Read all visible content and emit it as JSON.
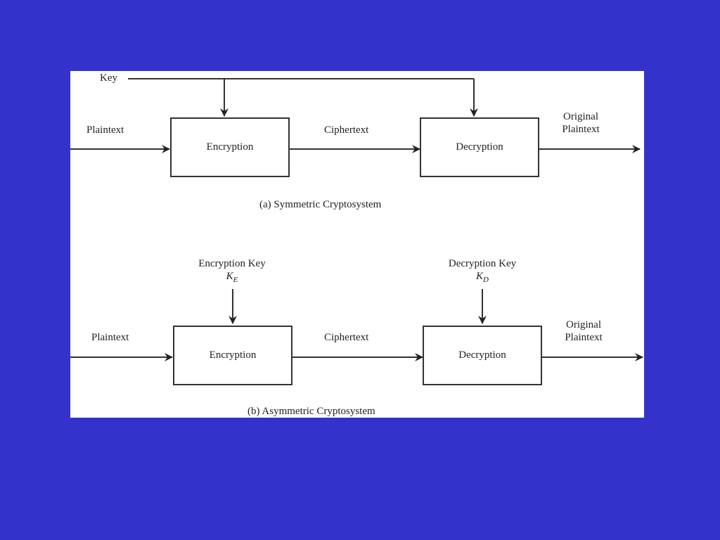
{
  "symmetric": {
    "key_label": "Key",
    "plaintext_label": "Plaintext",
    "encryption_label": "Encryption",
    "ciphertext_label": "Ciphertext",
    "decryption_label": "Decryption",
    "output_label_line1": "Original",
    "output_label_line2": "Plaintext",
    "caption": "(a)  Symmetric Cryptosystem"
  },
  "asymmetric": {
    "enc_key_label": "Encryption Key",
    "enc_key_symbol": "K",
    "enc_key_subscript": "E",
    "dec_key_label": "Decryption Key",
    "dec_key_symbol": "K",
    "dec_key_subscript": "D",
    "plaintext_label": "Plaintext",
    "encryption_label": "Encryption",
    "ciphertext_label": "Ciphertext",
    "decryption_label": "Decryption",
    "output_label_line1": "Original",
    "output_label_line2": "Plaintext",
    "caption": "(b)  Asymmetric Cryptosystem"
  }
}
